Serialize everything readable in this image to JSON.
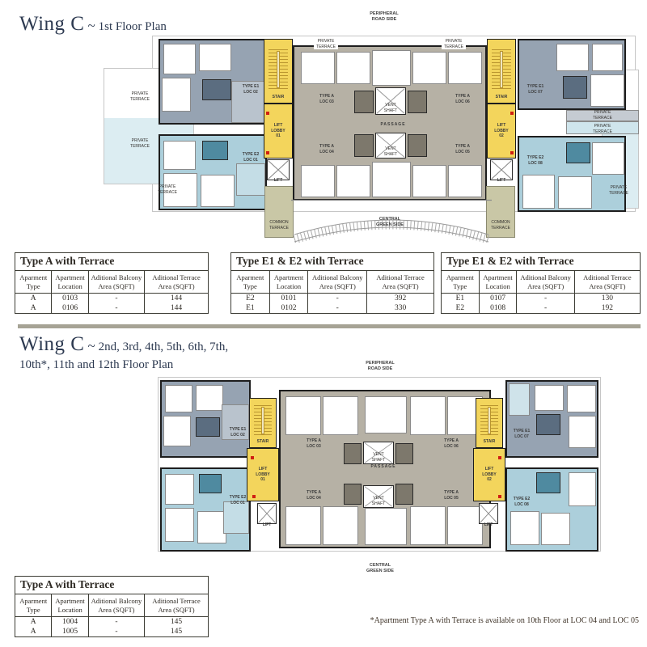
{
  "sections": {
    "s1": {
      "wing": "Wing C",
      "tilde": "~",
      "subtitle": "1st Floor Plan"
    },
    "s2": {
      "wing": "Wing C",
      "tilde": "~",
      "subtitle_line1": "2nd, 3rd, 4th, 5th, 6th, 7th,",
      "subtitle_line2": "10th*, 11th and 12th Floor Plan"
    },
    "footnote": "*Apartment Type A with Terrace is available on 10th Floor at LOC 04 and LOC 05"
  },
  "plan_labels": {
    "peripheral_road": "PERIPHERAL\nROAD SIDE",
    "central_green": "CENTRAL\nGREEN SIDE",
    "stair": "STAIR",
    "lift": "LIFT",
    "lift_lobby_01": "LIFT\nLOBBY\n01",
    "lift_lobby_02": "LIFT\nLOBBY\n02",
    "passage": "PASSAGE",
    "vent_shaft": "VENT\nSHAFT",
    "private_terrace": "PRIVATE\nTERRACE",
    "common_terrace": "COMMON\nTERRACE",
    "type_e1_loc_02": "TYPE E1\nLOC 02",
    "type_e2_loc_01": "TYPE E2\nLOC 01",
    "type_e1_loc_07": "TYPE E1\nLOC 07",
    "type_e2_loc_08": "TYPE E2\nLOC 08",
    "type_a_loc_03": "TYPE A\nLOC 03",
    "type_a_loc_04": "TYPE A\nLOC 04",
    "type_a_loc_05": "TYPE A\nLOC 05",
    "type_a_loc_06": "TYPE A\nLOC 06"
  },
  "tables": {
    "header": [
      "Aparment\nType",
      "Apartment\nLocation",
      "Aditional Balcony\nArea (SQFT)",
      "Aditional Terrace\nArea (SQFT)"
    ],
    "t1": {
      "title": "Type A with Terrace",
      "rows": [
        [
          "A",
          "0103",
          "-",
          "144"
        ],
        [
          "A",
          "0106",
          "-",
          "144"
        ]
      ]
    },
    "t2": {
      "title": "Type E1 & E2 with Terrace",
      "rows": [
        [
          "E2",
          "0101",
          "-",
          "392"
        ],
        [
          "E1",
          "0102",
          "-",
          "330"
        ]
      ]
    },
    "t3": {
      "title": "Type E1 & E2 with Terrace",
      "rows": [
        [
          "E1",
          "0107",
          "-",
          "130"
        ],
        [
          "E2",
          "0108",
          "-",
          "192"
        ]
      ]
    },
    "t4": {
      "title": "Type A with Terrace",
      "rows": [
        [
          "A",
          "1004",
          "-",
          "145"
        ],
        [
          "A",
          "1005",
          "-",
          "145"
        ]
      ]
    }
  },
  "colors": {
    "accent_yellow": "#f3d55c",
    "type_e1_fill": "#96a3b2",
    "type_e2_fill": "#accfdb",
    "type_a_fill": "#b6b1a5",
    "terrace_blue": "#dcedf2",
    "common_terrace_olive": "#c9c7a6",
    "wall_dark": "#1d1d1d",
    "marker_red": "#d01f12",
    "title_navy": "#2c3950",
    "divider_grey": "#a6a395"
  }
}
